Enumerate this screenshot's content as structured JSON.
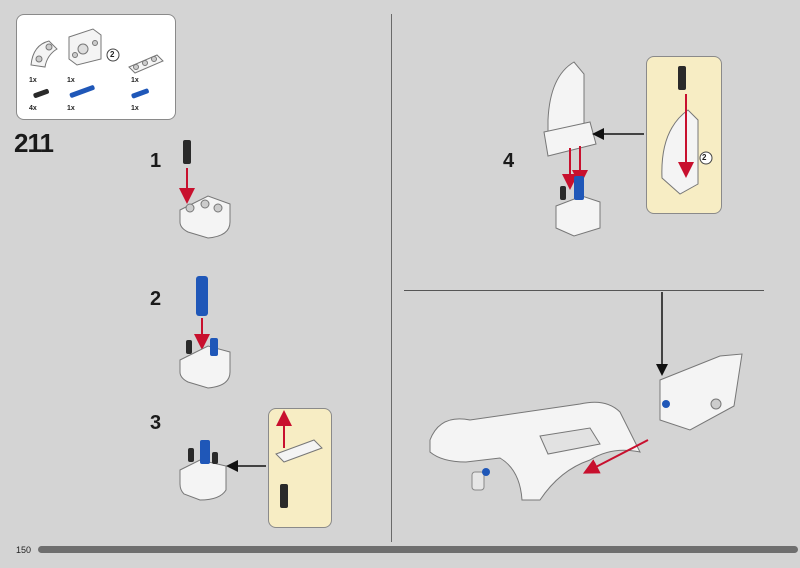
{
  "page": {
    "step_group_number": "211",
    "page_number": "150"
  },
  "parts_list": {
    "items": [
      {
        "name": "liftarm-bent",
        "qty": "1x"
      },
      {
        "name": "connector-block",
        "qty": "1x"
      },
      {
        "name": "beam-3",
        "qty": "1x"
      },
      {
        "name": "axle-pin-black",
        "qty": "4x"
      },
      {
        "name": "axle-pin-blue-long",
        "qty": "1x"
      },
      {
        "name": "pin-blue",
        "qty": "1x"
      }
    ],
    "connector_badge": "2"
  },
  "steps": [
    {
      "number": "1"
    },
    {
      "number": "2"
    },
    {
      "number": "3"
    },
    {
      "number": "4"
    }
  ],
  "callouts": {
    "step4_badge": "2"
  },
  "colors": {
    "background": "#d4d4d4",
    "callout": "#f7edc4",
    "arrow_red": "#c8102e",
    "pin_blue": "#1f57b8",
    "pin_black": "#2a2a2a",
    "part_white": "#f4f4f4"
  }
}
